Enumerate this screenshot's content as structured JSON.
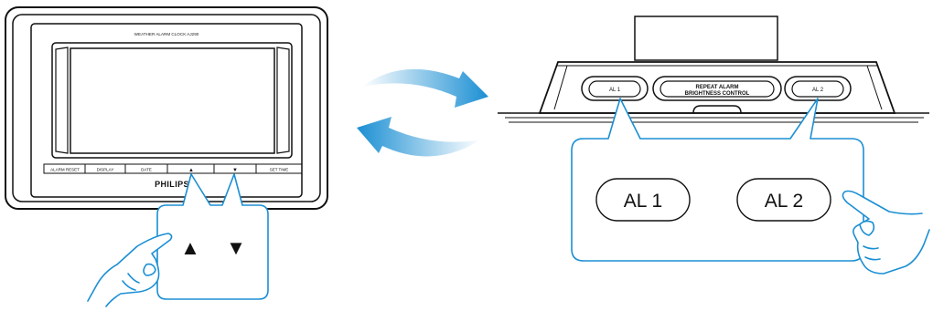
{
  "front_clock": {
    "model_label": "WEATHER ALARM CLOCK AJ290",
    "brand": "PHILIPS",
    "buttons": [
      "ALARM RESET",
      "DISPLAY",
      "DATE",
      "▲",
      "▼",
      "SET TIME"
    ],
    "callout": {
      "up_symbol": "▲",
      "down_symbol": "▼"
    }
  },
  "top_clock": {
    "al1_label": "AL 1",
    "al2_label": "AL 2",
    "center_line1": "REPEAT ALARM",
    "center_line2": "BRIGHTNESS CONTROL",
    "callout": {
      "al1": "AL 1",
      "al2": "AL 2"
    }
  },
  "colors": {
    "callout_stroke": "#1b8fd3",
    "arrow_light": "#cde6f7",
    "arrow_dark": "#1b8fd3"
  },
  "icons": [
    "pointing-hand-icon",
    "rotate-arrows-icon"
  ]
}
